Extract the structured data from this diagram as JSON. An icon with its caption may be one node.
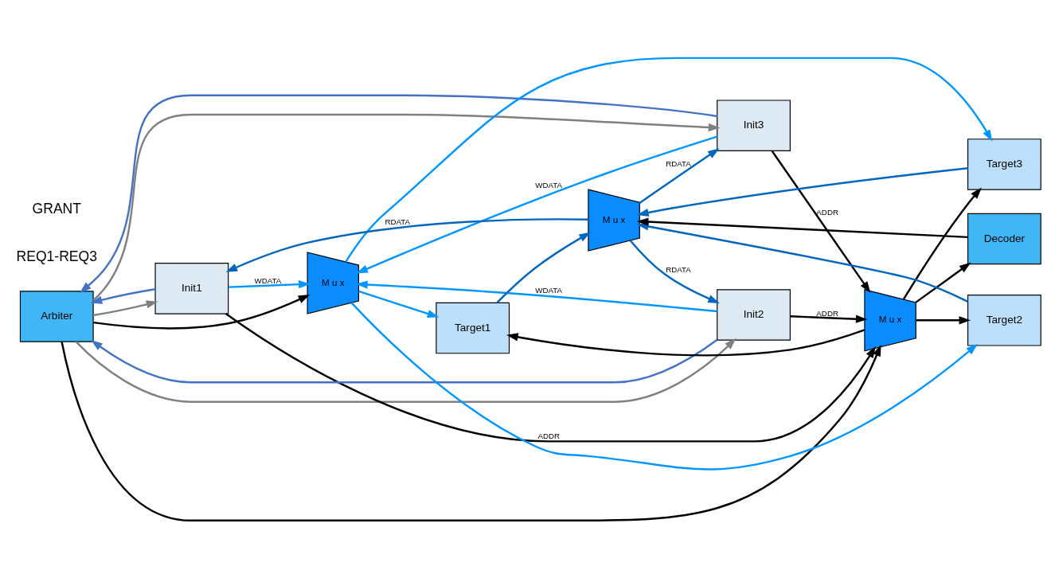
{
  "diagram": {
    "nodes": [
      {
        "text": [
          "Arbiter"
        ]
      },
      {
        "text": [
          "Init1"
        ]
      },
      {
        "text": [
          "Init2"
        ]
      },
      {
        "text": [
          "Init3"
        ]
      },
      {
        "text": [
          "M u x"
        ]
      },
      {
        "text": [
          "M u x"
        ]
      },
      {
        "text": [
          "M u x"
        ]
      },
      {
        "text": [
          "Target1"
        ]
      },
      {
        "text": [
          "Target2"
        ]
      },
      {
        "text": [
          "Target3"
        ]
      },
      {
        "text": [
          "Decoder"
        ]
      }
    ],
    "edges": [
      {
        "from": 1,
        "to": 0,
        "arrow": "to",
        "color": "#4472c4"
      },
      {
        "from": 2,
        "to": 0,
        "arrow": "to",
        "color": "#4472c4"
      },
      {
        "from": 3,
        "to": 0,
        "arrow": "to",
        "color": "#4472c4"
      },
      {
        "from": 0,
        "to": 1,
        "arrow": "to",
        "color": "#808080"
      },
      {
        "from": 0,
        "to": 2,
        "arrow": "to",
        "color": "#808080"
      },
      {
        "from": 0,
        "to": 3,
        "arrow": "to",
        "color": "#808080"
      },
      {
        "from": 0,
        "to": 4,
        "arrow": "to"
      },
      {
        "from": 0,
        "to": 5,
        "arrow": "to"
      },
      {
        "from": 1,
        "to": 4,
        "label": "ADDR",
        "arrow": "to"
      },
      {
        "from": 1,
        "to": 5,
        "label": "WDATA",
        "arrow": "to",
        "color": "#0096ff"
      },
      {
        "from": 6,
        "to": 1,
        "label": "RDATA",
        "arrow": "to",
        "color": "#0066c0"
      },
      {
        "from": 2,
        "to": 4,
        "label": "ADDR",
        "arrow": "to"
      },
      {
        "from": 2,
        "to": 5,
        "label": "WDATA",
        "arrow": "to",
        "color": "#0096ff"
      },
      {
        "from": 6,
        "to": 2,
        "label": "RDATA",
        "arrow": "to",
        "color": "#0066c0"
      },
      {
        "from": 3,
        "to": 4,
        "label": "ADDR",
        "arrow": "to"
      },
      {
        "from": 3,
        "to": 5,
        "label": "WDATA",
        "arrow": "to",
        "color": "#0096ff"
      },
      {
        "from": 6,
        "to": 3,
        "label": "RDATA",
        "arrow": "to",
        "color": "#0066c0"
      },
      {
        "from": 4,
        "to": 7,
        "arrow": "to"
      },
      {
        "from": 4,
        "to": 8,
        "arrow": "to"
      },
      {
        "from": 4,
        "to": 9,
        "arrow": "to"
      },
      {
        "from": 4,
        "to": 10,
        "arrow": "to"
      },
      {
        "from": 5,
        "to": 7,
        "arrow": "to",
        "color": "#0096ff"
      },
      {
        "from": 5,
        "to": 8,
        "arrow": "to",
        "color": "#0096ff"
      },
      {
        "from": 5,
        "to": 9,
        "arrow": "to",
        "color": "#0096ff"
      },
      {
        "from": 7,
        "to": 6,
        "arrow": "to",
        "color": "#0066c0"
      },
      {
        "from": 8,
        "to": 6,
        "arrow": "to",
        "color": "#0066c0"
      },
      {
        "from": 9,
        "to": 6,
        "arrow": "to",
        "color": "#0066c0"
      },
      {
        "from": 10,
        "to": 6,
        "arrow": "to"
      }
    ],
    "labels": [
      "REQ1-REQ3",
      "GRANT"
    ]
  }
}
